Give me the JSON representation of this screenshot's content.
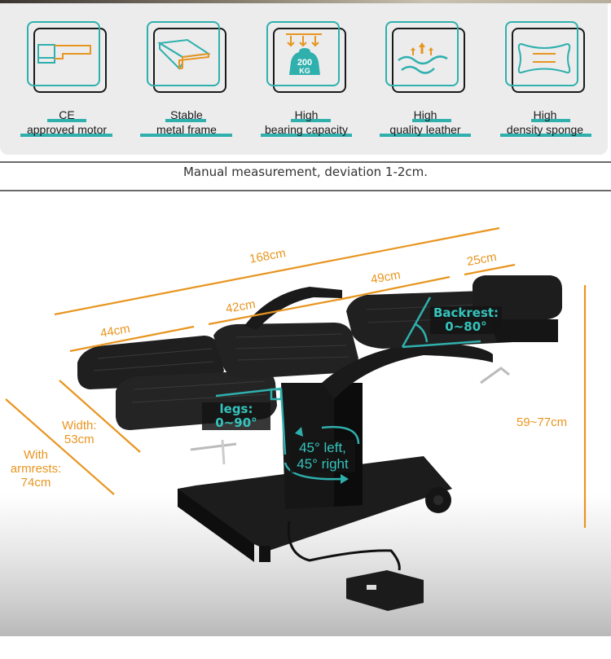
{
  "features": [
    {
      "title": "CE",
      "subtitle": "approved motor",
      "icon": "motor-icon"
    },
    {
      "title": "Stable",
      "subtitle": "metal frame",
      "icon": "metal-frame-icon"
    },
    {
      "title": "High",
      "subtitle": "bearing capacity",
      "icon": "weight-icon",
      "weight_top": "200",
      "weight_bottom": "KG"
    },
    {
      "title": "High",
      "subtitle": "quality leather",
      "icon": "leather-icon"
    },
    {
      "title": "High",
      "subtitle": "density sponge",
      "icon": "sponge-icon"
    }
  ],
  "note": "Manual measurement, deviation 1-2cm.",
  "dimensions": {
    "total_length": "168cm",
    "leg_section": "44cm",
    "seat_section": "42cm",
    "back_section": "49cm",
    "head_section": "25cm",
    "width": [
      "Width:",
      "53cm"
    ],
    "width_armrests": [
      "With",
      "armrests:",
      "74cm"
    ],
    "height": "59~77cm"
  },
  "angles": {
    "backrest": [
      "Backrest:",
      "0~80°"
    ],
    "legs": [
      "legs:",
      "0~90°"
    ],
    "rotation": [
      "45° left,",
      "45° right"
    ]
  },
  "colors": {
    "accent_teal": "#2fb0ad",
    "dimension_orange": "#e8951f",
    "panel_bg": "#ececed"
  }
}
